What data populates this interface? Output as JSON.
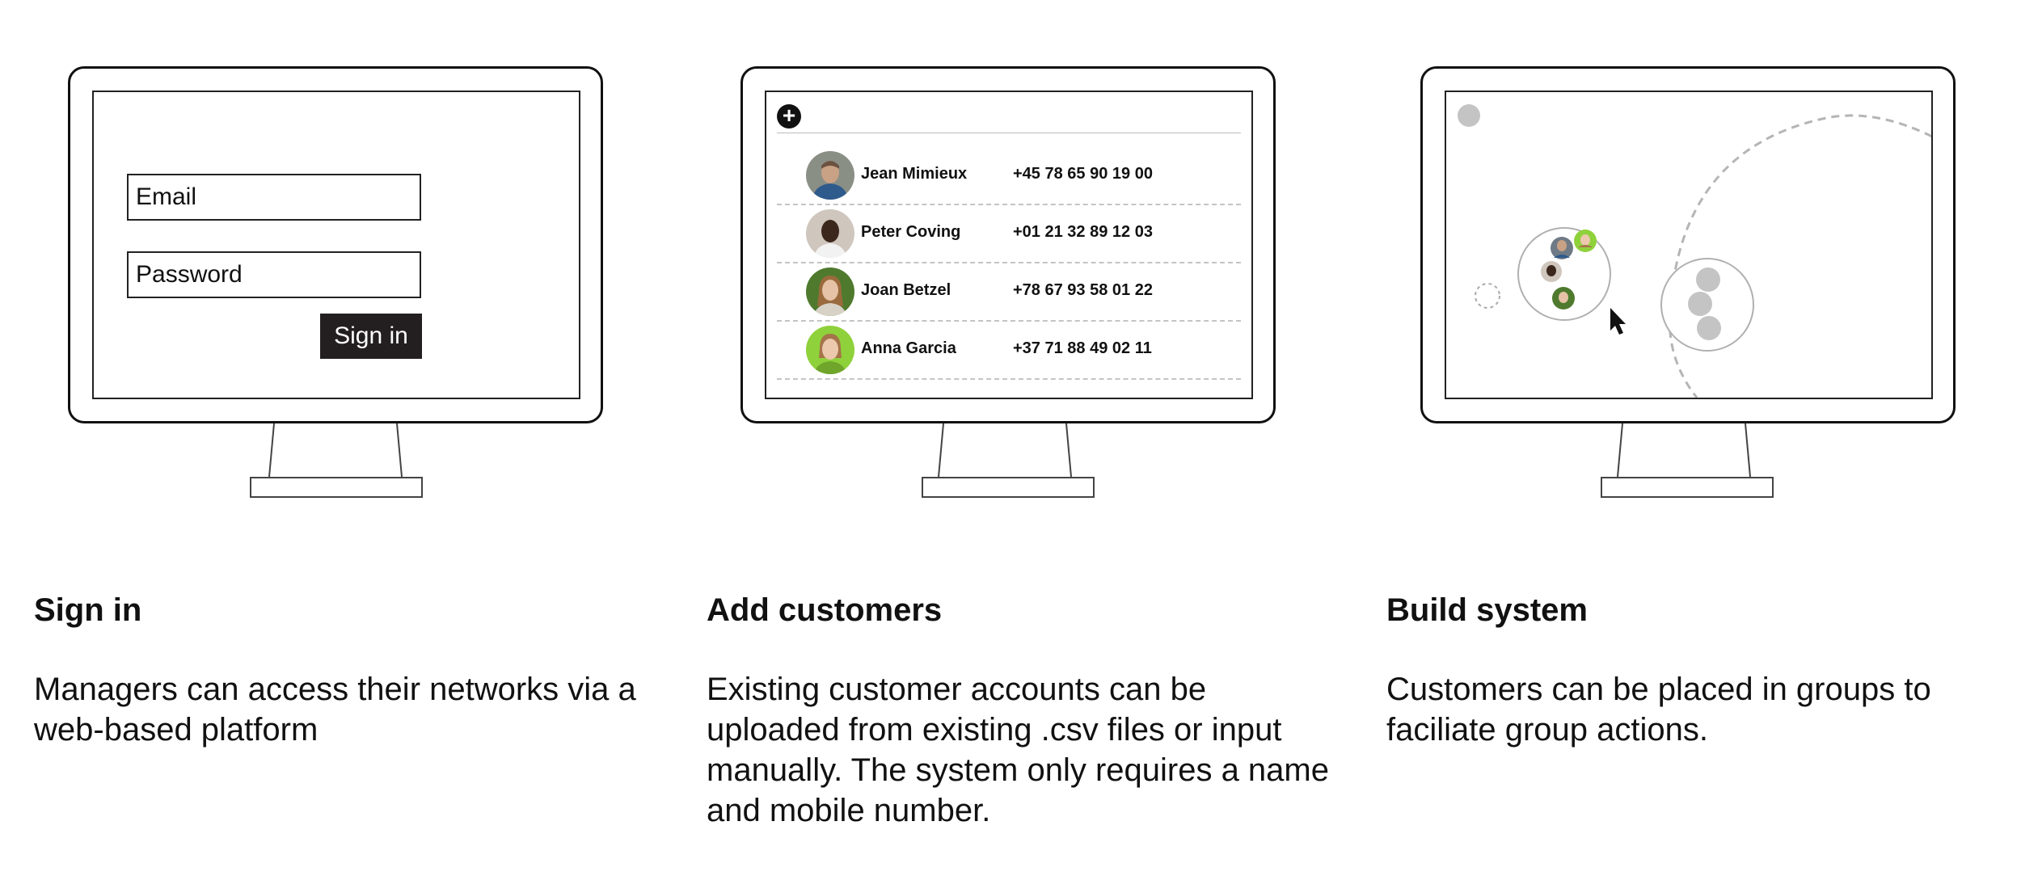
{
  "panels": [
    {
      "title": "Sign in",
      "description": "Managers can access their networks via a web-based platform",
      "screen": {
        "email_label": "Email",
        "password_label": "Password",
        "signin_button": "Sign in"
      }
    },
    {
      "title": "Add customers",
      "description": "Existing customer accounts can be uploaded from existing .csv files or input manually. The system only requires a name and mobile number.",
      "screen": {
        "add_icon": "plus-circle-icon",
        "customers": [
          {
            "name": "Jean Mimieux",
            "phone": "+45 78 65 90 19 00"
          },
          {
            "name": "Peter Coving",
            "phone": "+01 21 32 89 12 03"
          },
          {
            "name": "Joan Betzel",
            "phone": "+78 67 93 58 01 22"
          },
          {
            "name": "Anna Garcia",
            "phone": "+37 71 88 49 02 11"
          }
        ]
      }
    },
    {
      "title": "Build system",
      "description": "Customers can be placed in groups to faciliate group actions.",
      "screen": {
        "cursor_icon": "mouse-pointer-icon"
      }
    }
  ]
}
